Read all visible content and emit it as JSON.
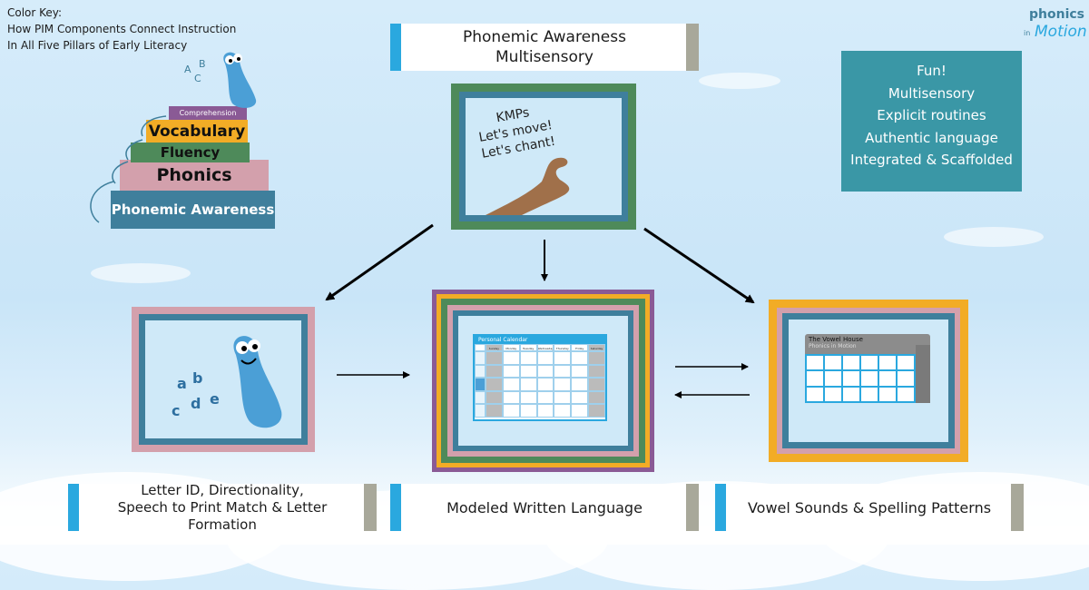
{
  "color_key": {
    "title": "Color Key:",
    "line1": "How PIM Components Connect Instruction",
    "line2": "In All Five Pillars of Early Literacy"
  },
  "logo": {
    "word1": "phonics",
    "word2": "in",
    "word3": "Motion"
  },
  "pillars": {
    "comprehension": "Comprehension",
    "vocabulary": "Vocabulary",
    "fluency": "Fluency",
    "phonics": "Phonics",
    "phonemic_awareness": "Phonemic Awareness",
    "mascot_letters": [
      "A",
      "B",
      "C"
    ]
  },
  "top_box": {
    "line1": "Phonemic Awareness",
    "line2": "Multisensory"
  },
  "kmp_card": {
    "line1": "KMPs",
    "line2": "Let's move!",
    "line3": "Let's chant!"
  },
  "features": [
    "Fun!",
    "Multisensory",
    "Explicit routines",
    "Authentic language",
    "Integrated & Scaffolded"
  ],
  "left_card": {
    "letters": [
      "a",
      "b",
      "c",
      "d",
      "e"
    ]
  },
  "center_card": {
    "sheet_title": "Personal Calendar",
    "days": [
      "Sunday",
      "Monday",
      "Tuesday",
      "Wednesday",
      "Thursday",
      "Friday",
      "Saturday"
    ]
  },
  "right_card": {
    "house_title": "The Vowel House",
    "house_subtitle": "Phonics in Motion"
  },
  "bottom_labels": {
    "left_line1": "Letter ID, Directionality,",
    "left_line2": "Speech to Print Match & Letter Formation",
    "center": "Modeled Written Language",
    "right": "Vowel Sounds & Spelling Patterns"
  },
  "colors": {
    "phonemic_awareness": "#3f7f9c",
    "phonics": "#d3a0ac",
    "fluency": "#4e8a5a",
    "vocabulary": "#f2ac26",
    "comprehension": "#8a5a95",
    "features_bg": "#3a97a6",
    "accent_bar": "#2aa8df"
  }
}
